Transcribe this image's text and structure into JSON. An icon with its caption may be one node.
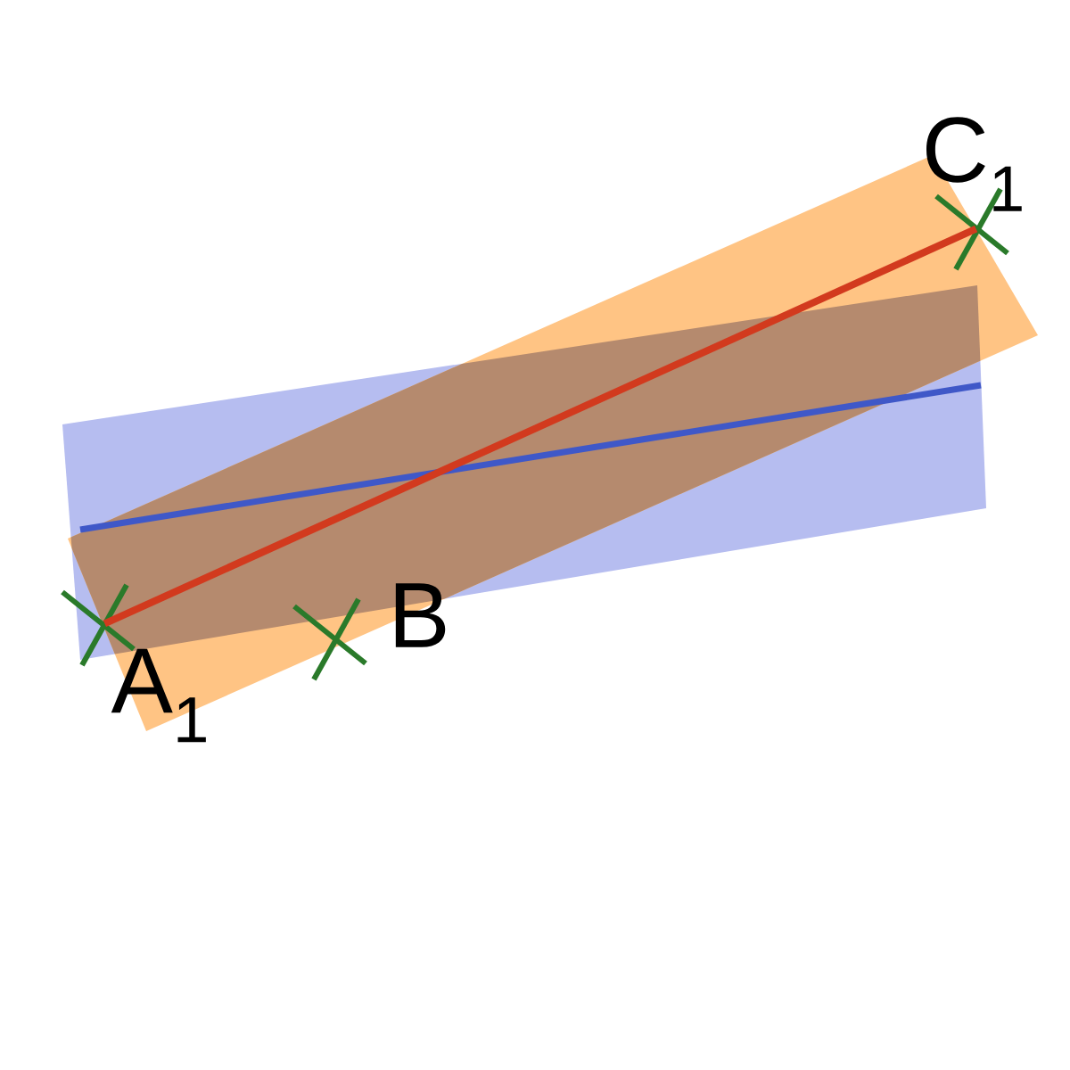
{
  "diagram": {
    "nodes": [
      {
        "text": [],
        "shape": "cross",
        "beside": [
          "A$_{1}$"
        ]
      },
      {
        "text": [],
        "shape": "cross",
        "beside": [
          "B"
        ]
      },
      {
        "text": [],
        "shape": "cross",
        "beside": [
          "C$_{1}$"
        ]
      }
    ],
    "edges": [
      {
        "from": 0,
        "to": 2,
        "arrow": "none"
      }
    ]
  }
}
